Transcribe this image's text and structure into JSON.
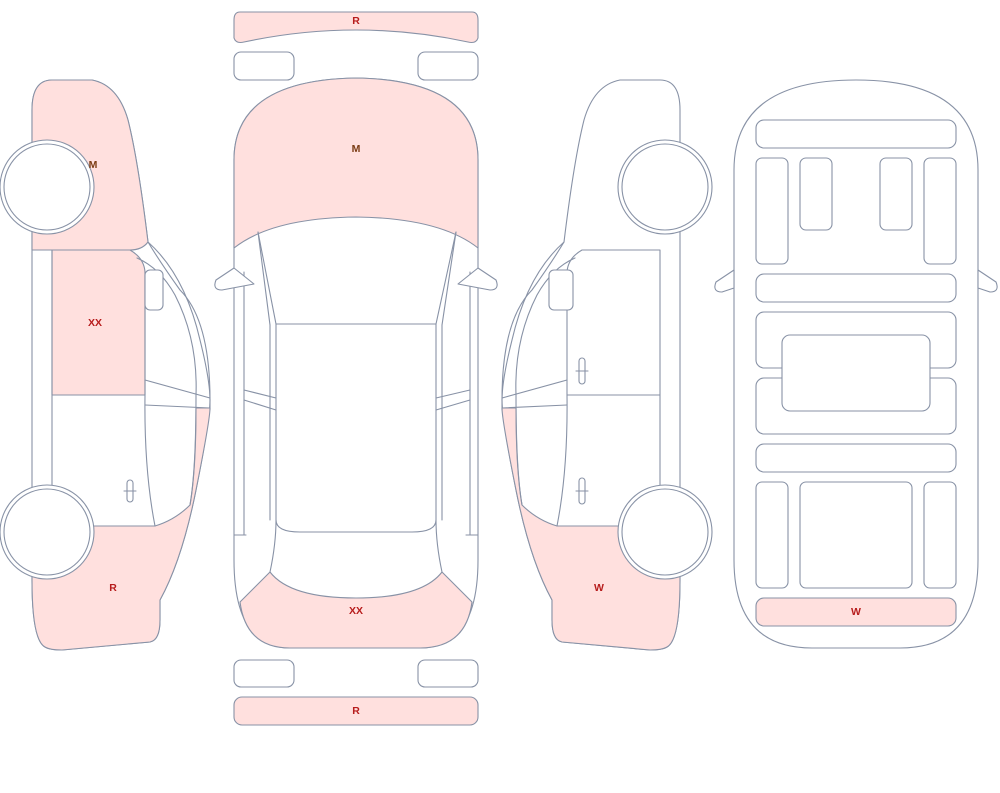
{
  "colors": {
    "damage_fill": "#ffe0de",
    "outline": "#8892a6",
    "label_red": "#b71c1c",
    "label_brown": "#7a3b12"
  },
  "labels": {
    "front_bumper": "R",
    "left_fender": "M",
    "left_front_door": "XX",
    "left_rear_quarter": "R",
    "hood": "M",
    "trunk": "XX",
    "rear_bumper": "R",
    "right_rear_quarter": "W",
    "underbody_rear": "W"
  }
}
